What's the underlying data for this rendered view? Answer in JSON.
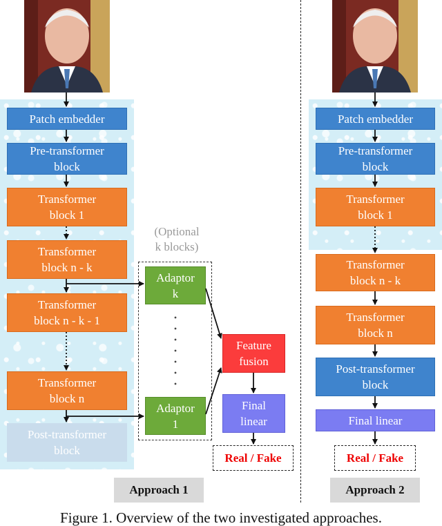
{
  "approach1": {
    "patch_embedder": "Patch embedder",
    "pre_transformer": "Pre-transformer\nblock",
    "transformer_1": "Transformer\nblock 1",
    "transformer_nk": "Transformer\nblock n - k",
    "transformer_nk1": "Transformer\nblock n - k - 1",
    "transformer_n": "Transformer\nblock n",
    "post_transformer": "Post-transformer\nblock",
    "optional_note": "(Optional\nk blocks)",
    "adaptor_k": "Adaptor\nk",
    "adaptor_1": "Adaptor\n1",
    "feature_fusion": "Feature\nfusion",
    "final_linear": "Final\nlinear",
    "output": "Real / Fake",
    "label": "Approach 1"
  },
  "approach2": {
    "patch_embedder": "Patch embedder",
    "pre_transformer": "Pre-transformer\nblock",
    "transformer_1": "Transformer\nblock 1",
    "transformer_nk": "Transformer\nblock n - k",
    "transformer_n": "Transformer\nblock n",
    "post_transformer": "Post-transformer\nblock",
    "final_linear": "Final linear",
    "output": "Real / Fake",
    "label": "Approach 2"
  },
  "caption": "Figure 1. Overview of the two investigated approaches.",
  "colors": {
    "frozen_background": "#d4eef7",
    "blue_block": "#3f84cd",
    "orange_block": "#f08030",
    "green_block": "#6daa3a",
    "red_block": "#fb3c3c",
    "purple_block": "#7b7cf2",
    "output_text": "#ee0000"
  }
}
